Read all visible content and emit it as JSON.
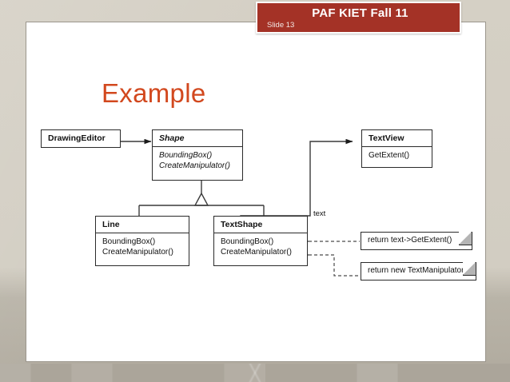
{
  "banner": {
    "title": "PAF KIET Fall 11",
    "slide_label": "Slide 13",
    "color": "#a43226"
  },
  "slide": {
    "title": "Example",
    "title_color": "#d2481e"
  },
  "diagram": {
    "type": "uml-class-diagram",
    "classes": [
      {
        "id": "drawing-editor",
        "name": "DrawingEditor",
        "abstract": false,
        "operations": []
      },
      {
        "id": "shape",
        "name": "Shape",
        "abstract": true,
        "operations": [
          "BoundingBox()",
          "CreateManipulator()"
        ]
      },
      {
        "id": "line",
        "name": "Line",
        "abstract": false,
        "operations": [
          "BoundingBox()",
          "CreateManipulator()"
        ]
      },
      {
        "id": "text-shape",
        "name": "TextShape",
        "abstract": false,
        "operations": [
          "BoundingBox()",
          "CreateManipulator()"
        ]
      },
      {
        "id": "text-view",
        "name": "TextView",
        "abstract": false,
        "operations": [
          "GetExtent()"
        ]
      }
    ],
    "association_label": "text",
    "notes": [
      {
        "id": "note-bounding-box",
        "text": "return text->GetExtent()"
      },
      {
        "id": "note-create-manipulator",
        "text": "return new TextManipulator"
      }
    ],
    "relationships": [
      {
        "from": "DrawingEditor",
        "to": "Shape",
        "kind": "association"
      },
      {
        "from": "Line",
        "to": "Shape",
        "kind": "generalization"
      },
      {
        "from": "TextShape",
        "to": "Shape",
        "kind": "generalization"
      },
      {
        "from": "TextShape",
        "to": "TextView",
        "kind": "association",
        "role": "text"
      },
      {
        "from": "TextShape.BoundingBox()",
        "to": "return text->GetExtent()",
        "kind": "note-anchor"
      },
      {
        "from": "TextShape.CreateManipulator()",
        "to": "return new TextManipulator",
        "kind": "note-anchor"
      }
    ]
  }
}
